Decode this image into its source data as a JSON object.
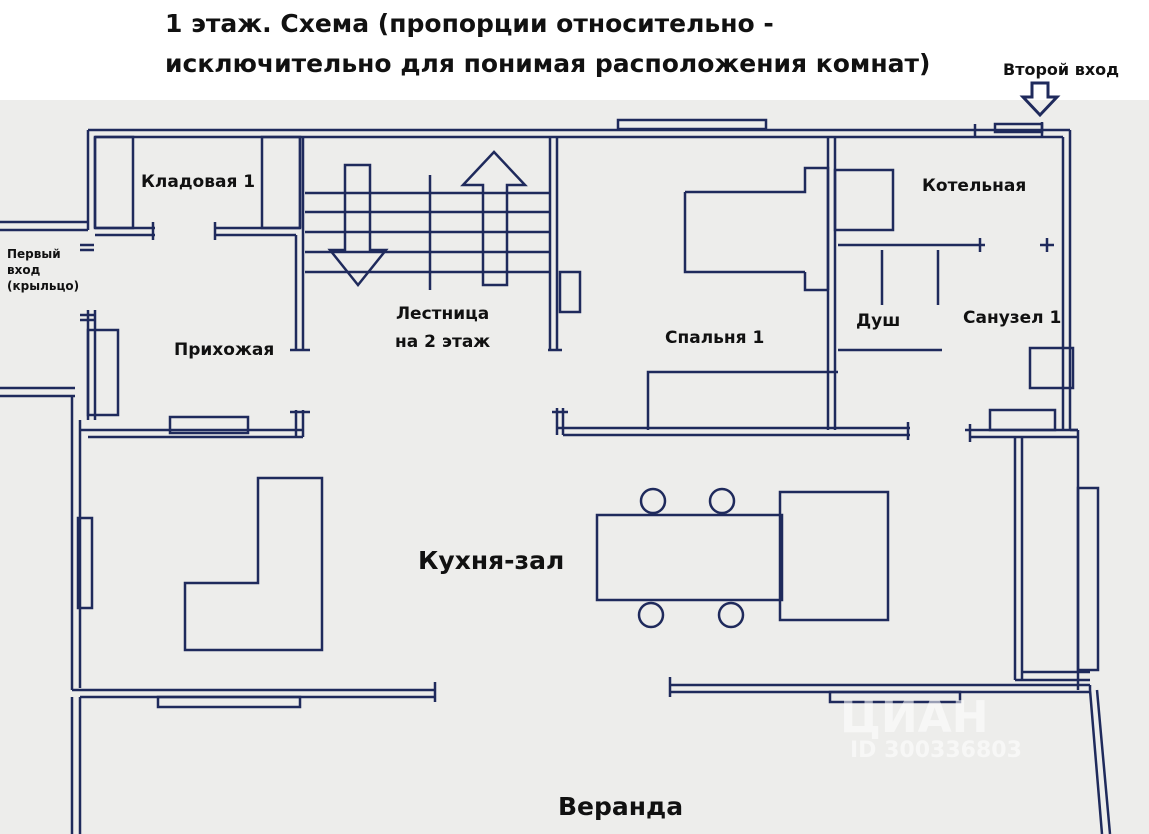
{
  "title": {
    "line1": "1 этаж. Схема (пропорции относительно -",
    "line2": "исключительно для понимая расположения комнат)"
  },
  "entrances": {
    "second": "Второй вход",
    "first_line1": "Первый",
    "first_line2": "вход",
    "first_line3": "(крыльцо)"
  },
  "rooms": {
    "storage": "Кладовая 1",
    "stairs_line1": "Лестница",
    "stairs_line2": "на 2 этаж",
    "bedroom": "Спальня 1",
    "boiler": "Котельная",
    "shower": "Душ",
    "bathroom": "Санузел 1",
    "hallway": "Прихожая",
    "kitchen": "Кухня-зал",
    "veranda": "Веранда"
  },
  "watermark": {
    "brand": "ЦИАН",
    "id": "ID 300336803"
  },
  "colors": {
    "line": "#1f2a5c",
    "plan_bg": "#ededeb"
  }
}
